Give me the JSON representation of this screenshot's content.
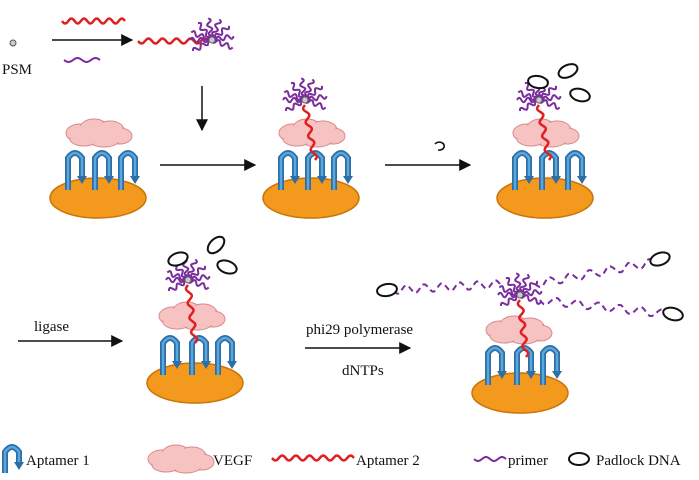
{
  "labels": {
    "psm": "PSM",
    "ligase": "ligase",
    "polymerase": "phi29 polymerase",
    "dntps": "dNTPs"
  },
  "legend": [
    {
      "icon": "aptamer1-icon",
      "label": "Aptamer 1"
    },
    {
      "icon": "vegf-icon",
      "label": "VEGF"
    },
    {
      "icon": "aptamer2-icon",
      "label": "Aptamer 2"
    },
    {
      "icon": "primer-icon",
      "label": "primer"
    },
    {
      "icon": "padlock-dna-icon",
      "label": "Padlock DNA"
    }
  ],
  "colors": {
    "aptamer1": "#2e6ea6",
    "aptamer1_light": "#5aa7dc",
    "vegf": "#f6c2c2",
    "vegf_stroke": "#d98a8a",
    "aptamer2": "#e02020",
    "primer": "#7a2d9c",
    "padlock": "#111111",
    "bead": "#f39a1e",
    "bead_stroke": "#c97405",
    "arrow": "#111111"
  }
}
